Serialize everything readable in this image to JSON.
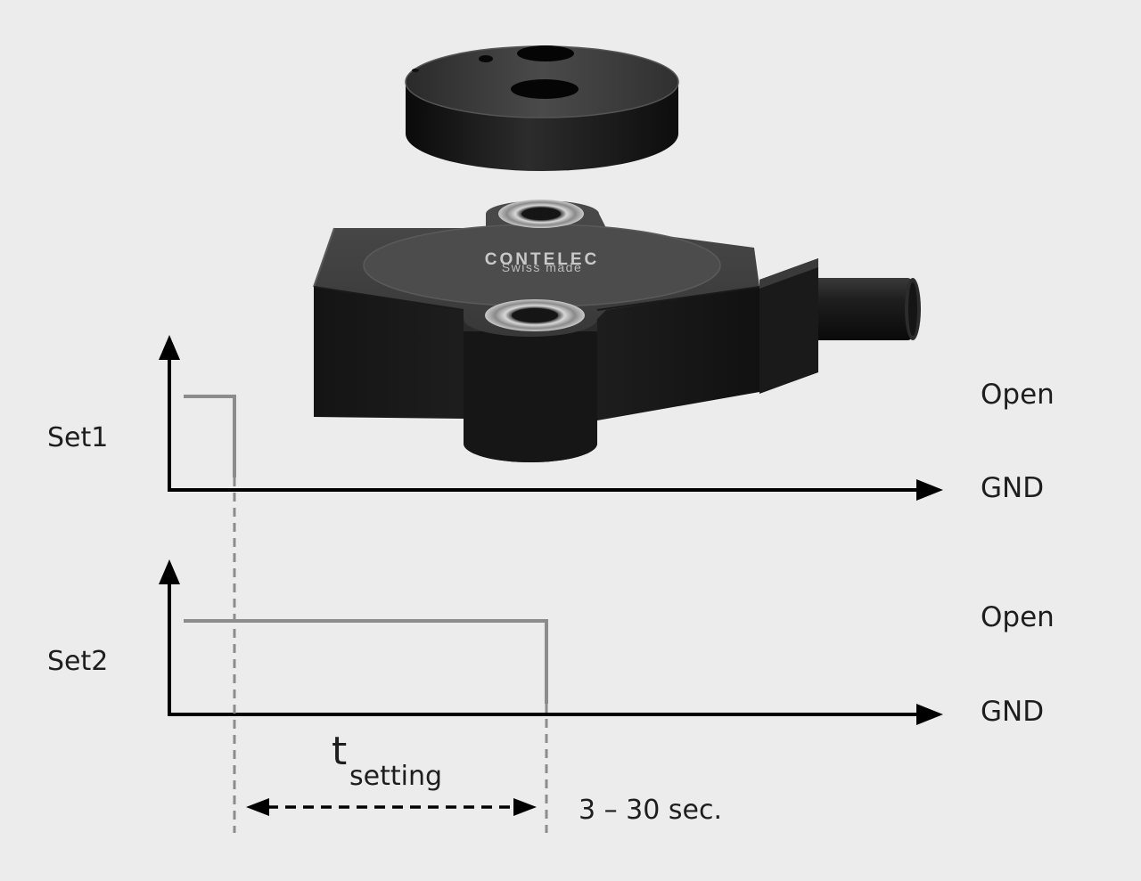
{
  "product": {
    "brand": "CONTELEC",
    "tagline": "Swiss made"
  },
  "diagram": {
    "signals": [
      {
        "name": "Set1",
        "high_label": "Open",
        "low_label": "GND"
      },
      {
        "name": "Set2",
        "high_label": "Open",
        "low_label": "GND"
      }
    ],
    "interval": {
      "symbol": "t",
      "subscript": "setting",
      "duration": "3 – 30 sec."
    }
  },
  "colors": {
    "background": "#ececec",
    "axis": "#000000",
    "pulse": "#8c8c8c",
    "dashed_marker": "#8c8c8c",
    "interval_arrow": "#000000",
    "sensor_body": "#1c1c1c",
    "label_plate": "#4a4a4a"
  }
}
